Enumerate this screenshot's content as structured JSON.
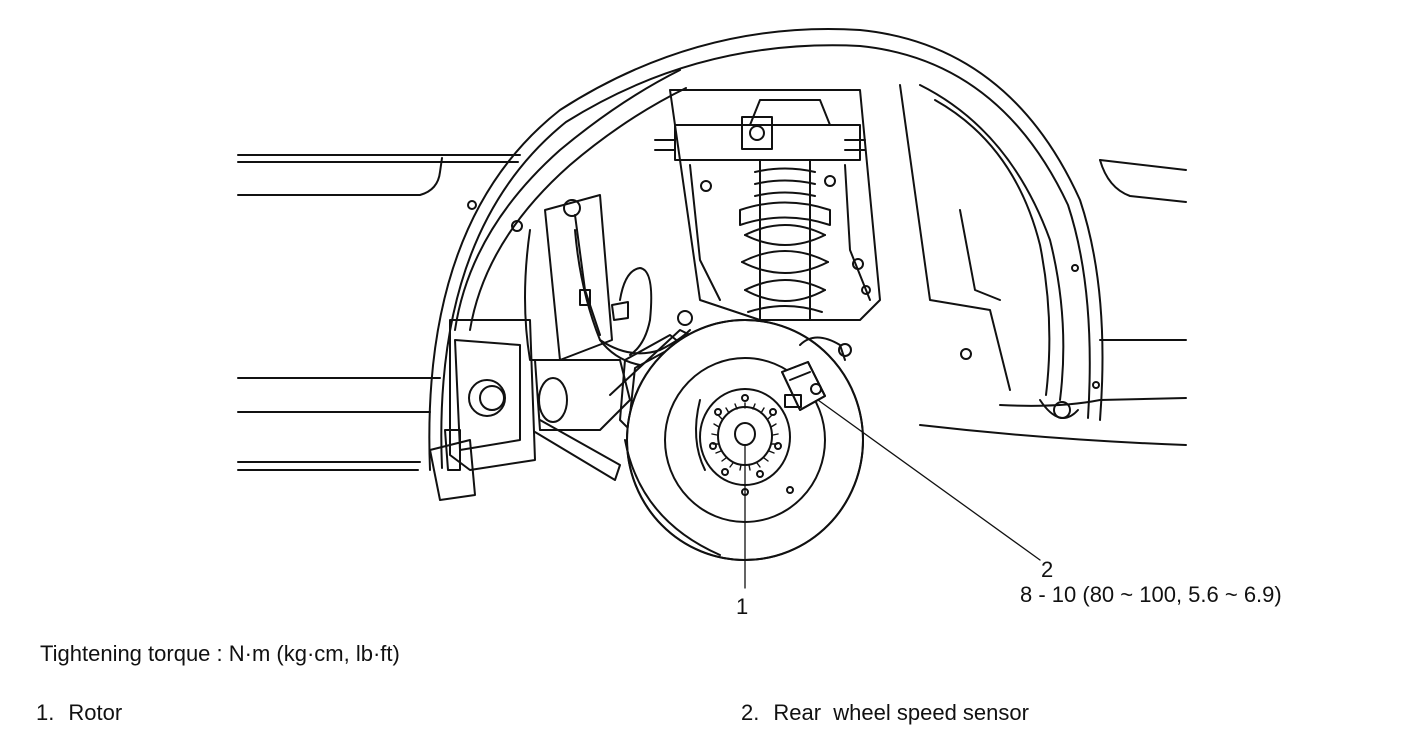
{
  "callouts": {
    "rotor_number": "1",
    "sensor_number": "2",
    "sensor_torque": "8 - 10 (80 ~ 100, 5.6 ~ 6.9)"
  },
  "torque_note": "Tightening torque : N·m (kg·cm, lb·ft)",
  "legend": [
    {
      "number": "1.",
      "label": "Rotor"
    },
    {
      "number": "2.",
      "label": "Rear  wheel speed sensor"
    }
  ],
  "icons": [
    "rear-suspension-illustration",
    "rotor-icon",
    "wheel-speed-sensor-icon",
    "coil-spring-icon"
  ]
}
